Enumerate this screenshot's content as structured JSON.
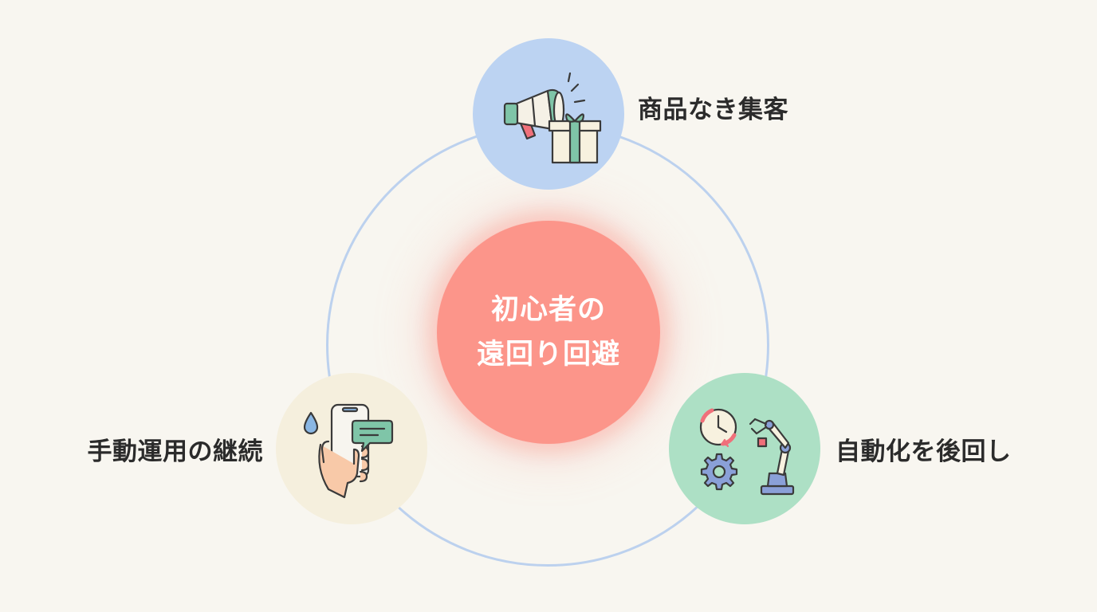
{
  "center": {
    "line1": "初心者の",
    "line2": "遠回り回避"
  },
  "nodes": {
    "top": {
      "label": "商品なき集客",
      "icons": [
        "megaphone-icon",
        "gift-box-icon"
      ]
    },
    "right": {
      "label": "自動化を後回し",
      "icons": [
        "clock-cycle-icon",
        "gear-icon",
        "robot-arm-icon"
      ]
    },
    "left": {
      "label": "手動運用の継続",
      "icons": [
        "sweat-drop-icon",
        "hand-smartphone-icon",
        "chat-bubble-icon"
      ]
    }
  },
  "colors": {
    "background": "#f8f6f0",
    "center": "#fc958a",
    "ring": "#bcd1ee",
    "top_node": "#bcd3f2",
    "right_node": "#ade0c5",
    "left_node": "#f5efdd"
  }
}
